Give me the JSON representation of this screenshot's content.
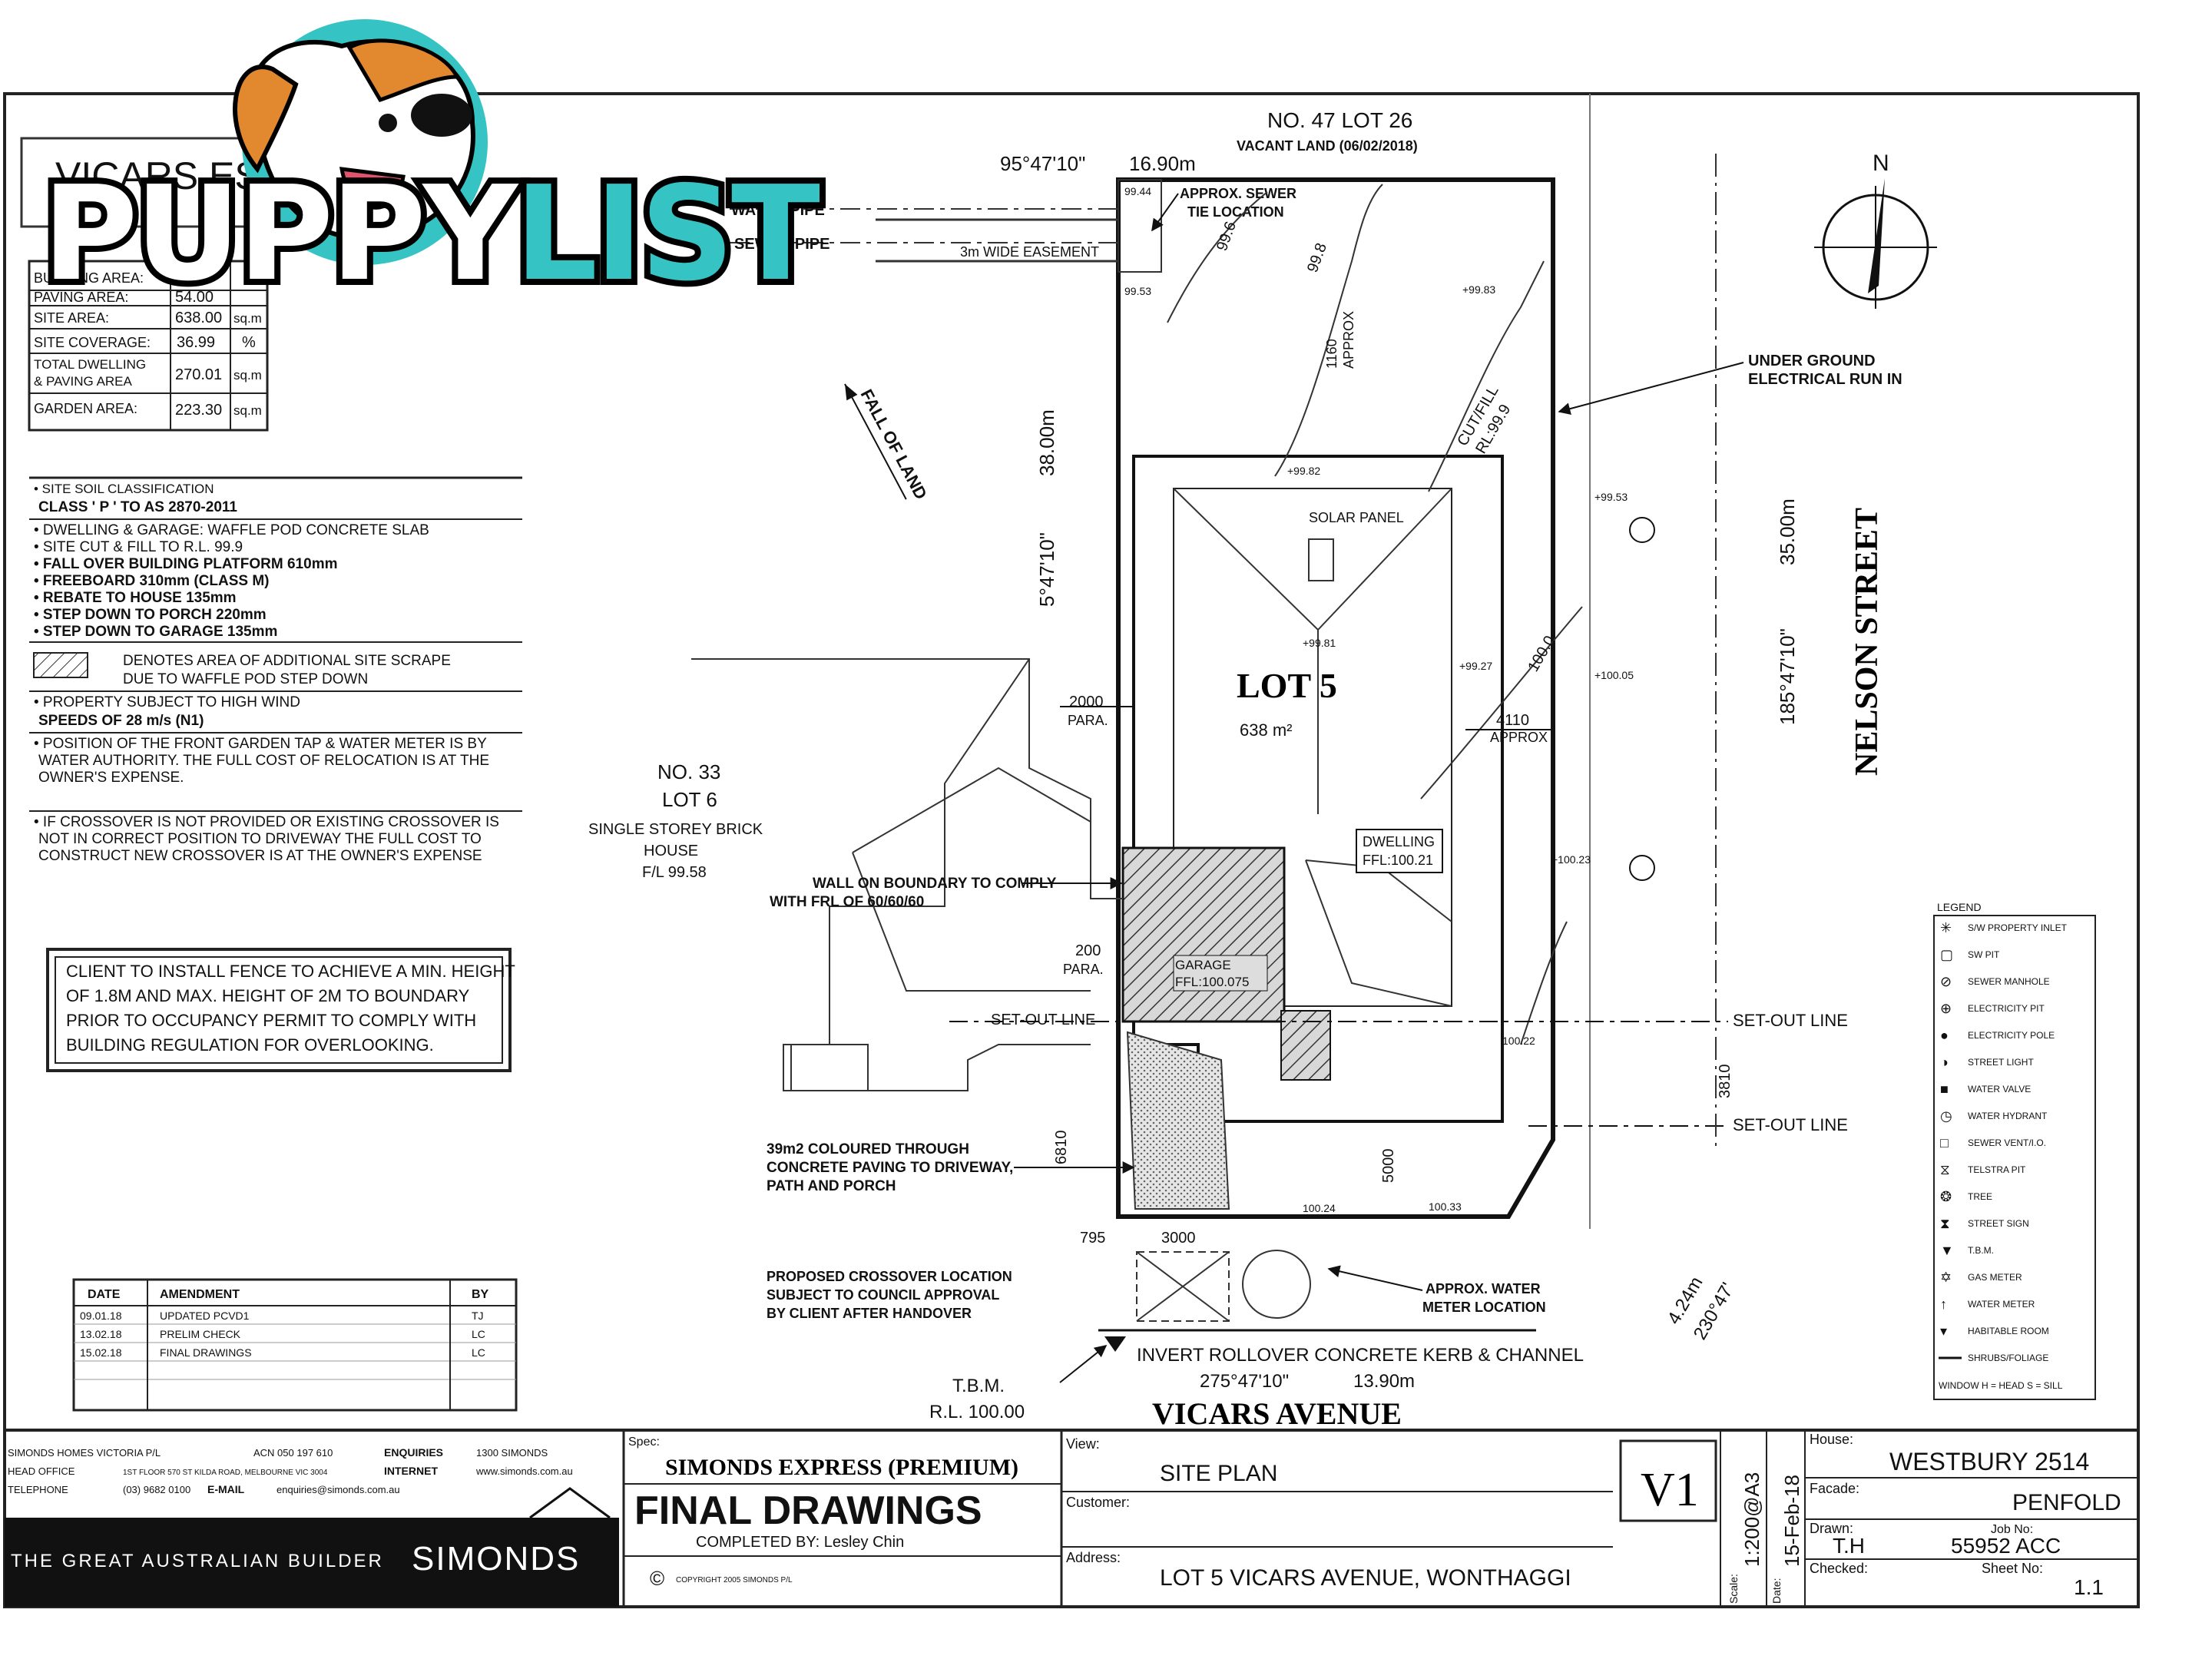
{
  "logo": {
    "brand_a": "PUPPY",
    "brand_b": "LIST",
    "colors": {
      "teal": "#35c3c4",
      "orange": "#e2882f"
    }
  },
  "estate_label": "VICARS ES",
  "site_table": {
    "rows": [
      {
        "label": "BUILDING AREA:",
        "value": "",
        "unit": ""
      },
      {
        "label": "PAVING AREA:",
        "value": "54.00",
        "unit": ""
      },
      {
        "label": "SITE AREA:",
        "value": "638.00",
        "unit": "sq.m"
      },
      {
        "label": "SITE COVERAGE:",
        "value": "36.99",
        "unit": "%"
      },
      {
        "label": "TOTAL DWELLING & PAVING AREA",
        "value": "270.01",
        "unit": "sq.m"
      },
      {
        "label": "GARDEN AREA:",
        "value": "223.30",
        "unit": "sq.m"
      }
    ]
  },
  "notes": {
    "soil_a": "• SITE SOIL CLASSIFICATION",
    "soil_b": "CLASS ' P ' TO AS 2870-2011",
    "slab": "• DWELLING & GARAGE: WAFFLE POD CONCRETE SLAB",
    "cut": "• SITE CUT & FILL TO R.L. 99.9",
    "fall": "• FALL OVER BUILDING PLATFORM 610mm",
    "freeboard": "• FREEBOARD 310mm (CLASS M)",
    "rebate": "• REBATE TO HOUSE 135mm",
    "porch": "• STEP DOWN TO PORCH 220mm",
    "garage": "• STEP DOWN TO GARAGE 135mm",
    "scrape_a": "DENOTES AREA OF ADDITIONAL SITE SCRAPE",
    "scrape_b": "DUE TO WAFFLE POD STEP DOWN",
    "wind_a": "• PROPERTY SUBJECT TO HIGH WIND",
    "wind_b": "SPEEDS OF 28 m/s (N1)",
    "tap_a": "• POSITION OF THE FRONT GARDEN TAP & WATER METER IS BY",
    "tap_b": "WATER AUTHORITY. THE FULL COST OF RELOCATION IS AT THE",
    "tap_c": "OWNER'S EXPENSE.",
    "cross_a": "• IF CROSSOVER IS NOT PROVIDED OR EXISTING CROSSOVER IS",
    "cross_b": "NOT IN CORRECT POSITION TO DRIVEWAY THE FULL COST TO",
    "cross_c": "CONSTRUCT NEW CROSSOVER IS AT THE OWNER'S EXPENSE"
  },
  "fence_note": [
    "CLIENT TO INSTALL FENCE TO ACHIEVE A MIN. HEIGHT",
    "OF 1.8M AND MAX. HEIGHT OF 2M TO BOUNDARY",
    "PRIOR TO OCCUPANCY PERMIT TO COMPLY WITH",
    "BUILDING REGULATION FOR OVERLOOKING."
  ],
  "amendments": {
    "headers": [
      "DATE",
      "AMENDMENT",
      "BY"
    ],
    "rows": [
      [
        "09.01.18",
        "UPDATED PCVD1",
        "TJ"
      ],
      [
        "13.02.18",
        "PRELIM CHECK",
        "LC"
      ],
      [
        "15.02.18",
        "FINAL DRAWINGS",
        "LC"
      ]
    ]
  },
  "plan": {
    "north_lot": "NO. 47 LOT 26",
    "north_lot_sub": "VACANT LAND (06/02/2018)",
    "top_bearing": "95°47'10\"",
    "top_length": "16.90m",
    "water_pipe": "WATER PIPE",
    "sewer_pipe": "SEWER PIPE",
    "easement": "3m WIDE EASEMENT",
    "sewer_tie": [
      "APPROX. SEWER",
      "TIE LOCATION"
    ],
    "fall_of_land": "FALL OF LAND",
    "left_length": "38.00m",
    "left_bearing": "5°47'10\"",
    "lot_label": "LOT 5",
    "lot_area": "638 m²",
    "solar": "SOLAR PANEL",
    "dwelling": [
      "DWELLING",
      "FFL:100.21"
    ],
    "garage": [
      "GARAGE",
      "FFL:100.075"
    ],
    "cut_fill": [
      "CUT/FILL",
      "RL:99.9"
    ],
    "para_2000": [
      "2000",
      "PARA."
    ],
    "para_200": [
      "200",
      "PARA."
    ],
    "approx_4110": [
      "4110",
      "APPROX"
    ],
    "approx_1160": [
      "1160",
      "APPROX"
    ],
    "no33": [
      "NO. 33",
      "LOT 6",
      "SINGLE STOREY BRICK",
      "HOUSE",
      "F/L 99.58"
    ],
    "wall_note": [
      "WALL ON BOUNDARY TO COMPLY",
      "WITH FRL OF 60/60/60"
    ],
    "paving_note": [
      "39m2 COLOURED THROUGH",
      "CONCRETE PAVING TO DRIVEWAY,",
      "PATH AND PORCH"
    ],
    "setout": "SET-OUT LINE",
    "setout2": "SET-OUT LINE",
    "setout_small": "SET-OUT LINE",
    "crossover": [
      "PROPOSED CROSSOVER LOCATION",
      "SUBJECT TO COUNCIL APPROVAL",
      "BY CLIENT AFTER HANDOVER"
    ],
    "water_meter": [
      "APPROX. WATER",
      "METER LOCATION"
    ],
    "kerb": "INVERT ROLLOVER CONCRETE KERB & CHANNEL",
    "bottom_bearing": "275°47'10\"",
    "bottom_length": "13.90m",
    "street_south": "VICARS AVENUE",
    "street_east": "NELSON STREET",
    "right_bearing": "185°47'10\"",
    "right_length": "35.00m",
    "tbm": [
      "T.B.M.",
      "R.L. 100.00"
    ],
    "corner": [
      "4.24m",
      "230°47'"
    ],
    "underground": [
      "UNDER GROUND",
      "ELECTRICAL RUN IN"
    ],
    "north": "N",
    "dims": {
      "d795": "795",
      "d3000": "3000",
      "d6810": "6810",
      "d5000": "5000",
      "d3810": "3810"
    },
    "contours": {
      "c998": "99.8",
      "c996": "99.6",
      "c1000": "100.0"
    },
    "levels": {
      "l9944": "99.44",
      "l9953": "99.53",
      "l9983": "+99.83",
      "l9953b": "+99.53",
      "l10005": "+100.05",
      "l10023": "+100.23",
      "l9981": "+99.81",
      "l9927": "+99.27",
      "l9982": "+99.82",
      "l10033": "100.33",
      "l10024": "100.24",
      "l10022": "100.22"
    }
  },
  "legend": {
    "title": "LEGEND",
    "items": [
      "S/W PROPERTY INLET",
      "SW PIT",
      "SEWER MANHOLE",
      "ELECTRICITY PIT",
      "ELECTRICITY POLE",
      "STREET LIGHT",
      "WATER VALVE",
      "WATER HYDRANT",
      "SEWER VENT/I.O.",
      "TELSTRA PIT",
      "TREE",
      "STREET SIGN",
      "T.B.M.",
      "GAS METER",
      "WATER METER",
      "HABITABLE ROOM",
      "SHRUBS/FOLIAGE",
      "WINDOW H = HEAD S = SILL"
    ]
  },
  "titleblock": {
    "company": "SIMONDS HOMES VICTORIA P/L",
    "abn": "ACN 050 197 610",
    "enquiries_label": "ENQUIRIES",
    "enquiries_value": "1300 SIMONDS",
    "head_office_label": "HEAD OFFICE",
    "head_office_value": "1ST FLOOR 570 ST KILDA ROAD, MELBOURNE VIC 3004",
    "internet_label": "INTERNET",
    "internet_value": "www.simonds.com.au",
    "telephone_label": "TELEPHONE",
    "telephone_value": "(03) 9682 0100",
    "email_label": "E-MAIL",
    "email_value": "enquiries@simonds.com.au",
    "tagline": "THE GREAT AUSTRALIAN BUILDER",
    "brand": "SIMONDS",
    "spec_label": "Spec:",
    "spec_value": "SIMONDS EXPRESS (PREMIUM)",
    "final": "FINAL DRAWINGS",
    "completed": "COMPLETED BY: Lesley Chin",
    "copyright": "COPYRIGHT 2005 SIMONDS P/L",
    "view_label": "View:",
    "view_value": "SITE PLAN",
    "customer_label": "Customer:",
    "address_label": "Address:",
    "address_value": "LOT 5 VICARS AVENUE, WONTHAGGI",
    "version": "V1",
    "scale_label": "Scale:",
    "scale_value": "1:200@A3",
    "date_label": "Date:",
    "date_value": "15-Feb-18",
    "house_label": "House:",
    "house_value": "WESTBURY 2514",
    "facade_label": "Facade:",
    "facade_value": "PENFOLD",
    "drawn_label": "Drawn:",
    "drawn_value": "T.H",
    "job_label": "Job No:",
    "job_value": "55952 ACC",
    "checked_label": "Checked:",
    "sheet_label": "Sheet No:",
    "sheet_value": "1.1"
  }
}
